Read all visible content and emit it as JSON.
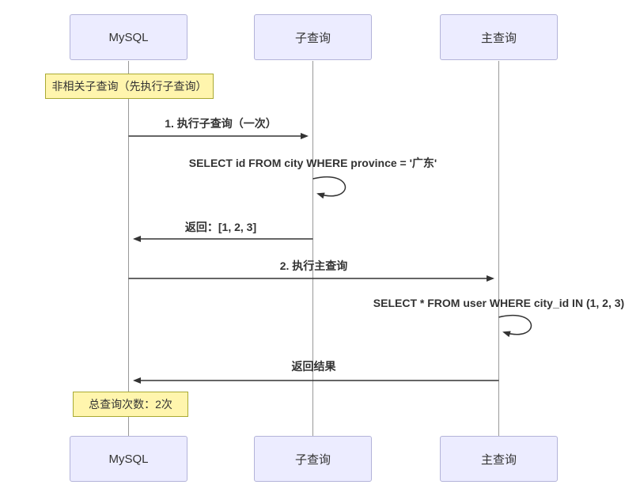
{
  "diagram": {
    "type": "sequence",
    "actors": [
      {
        "label": "MySQL"
      },
      {
        "label": "子查询"
      },
      {
        "label": "主查询"
      }
    ],
    "notes": [
      {
        "text": "非相关子查询（先执行子查询）",
        "position": "left of MySQL"
      },
      {
        "text": "总查询次数：2次",
        "position": "over MySQL"
      }
    ],
    "messages": [
      {
        "text": "1. 执行子查询（一次）",
        "from": "MySQL",
        "to": "子查询",
        "type": "solid"
      },
      {
        "text": "SELECT id FROM city WHERE province = '广东'",
        "from": "子查询",
        "to": "子查询",
        "type": "self"
      },
      {
        "text": "返回：[1, 2, 3]",
        "from": "子查询",
        "to": "MySQL",
        "type": "solid"
      },
      {
        "text": "2. 执行主查询",
        "from": "MySQL",
        "to": "主查询",
        "type": "solid"
      },
      {
        "text": "SELECT * FROM user WHERE city_id IN (1, 2, 3)",
        "from": "主查询",
        "to": "主查询",
        "type": "self"
      },
      {
        "text": "返回结果",
        "from": "主查询",
        "to": "MySQL",
        "type": "solid"
      }
    ],
    "colors": {
      "background": "#ffffff",
      "actor_fill": "#ECECFF",
      "actor_border": "#b3b3d9",
      "note_fill": "#fff5ad",
      "note_border": "#aaaa33",
      "lifeline": "#999999",
      "arrow": "#333333",
      "text": "#333333"
    }
  }
}
